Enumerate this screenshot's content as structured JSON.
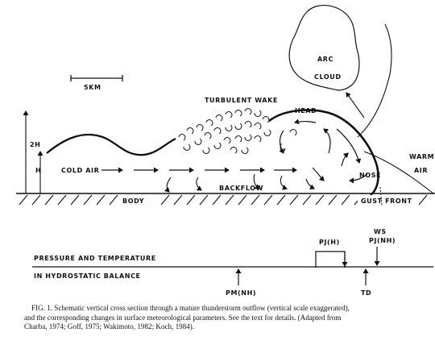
{
  "diagram": {
    "scale_label": "5KM",
    "labels": {
      "turbulent_wake": "TURBULENT WAKE",
      "arc": "ARC",
      "cloud": "CLOUD",
      "head": "HEAD",
      "warm": "WARM",
      "air": "AIR",
      "nose": "NOSE",
      "cold_air": "COLD AIR",
      "backflow": "BACKFLOW",
      "body": "BODY",
      "gust_front": "GUST FRONT",
      "height_2h": "2H",
      "height_h": "H"
    }
  },
  "surface_panel": {
    "pressure_line1": "PRESSURE AND TEMPERATURE",
    "pressure_line2": "IN HYDROSTATIC BALANCE",
    "pj_h": "PJ(H)",
    "ws": "WS",
    "pj_nh": "PJ(NH)",
    "pm_nh": "PM(NH)",
    "td": "TD"
  },
  "caption": {
    "line1": "FIG. 1. Schematic vertical cross section through a mature thunderstorm outflow (vertical scale exaggerated),",
    "line2": "and the corresponding changes in surface meteorological parameters. See the text for details. (Adapted from",
    "line3": "Charba, 1974; Goff, 1975; Wakimoto, 1982; Koch, 1984)."
  }
}
